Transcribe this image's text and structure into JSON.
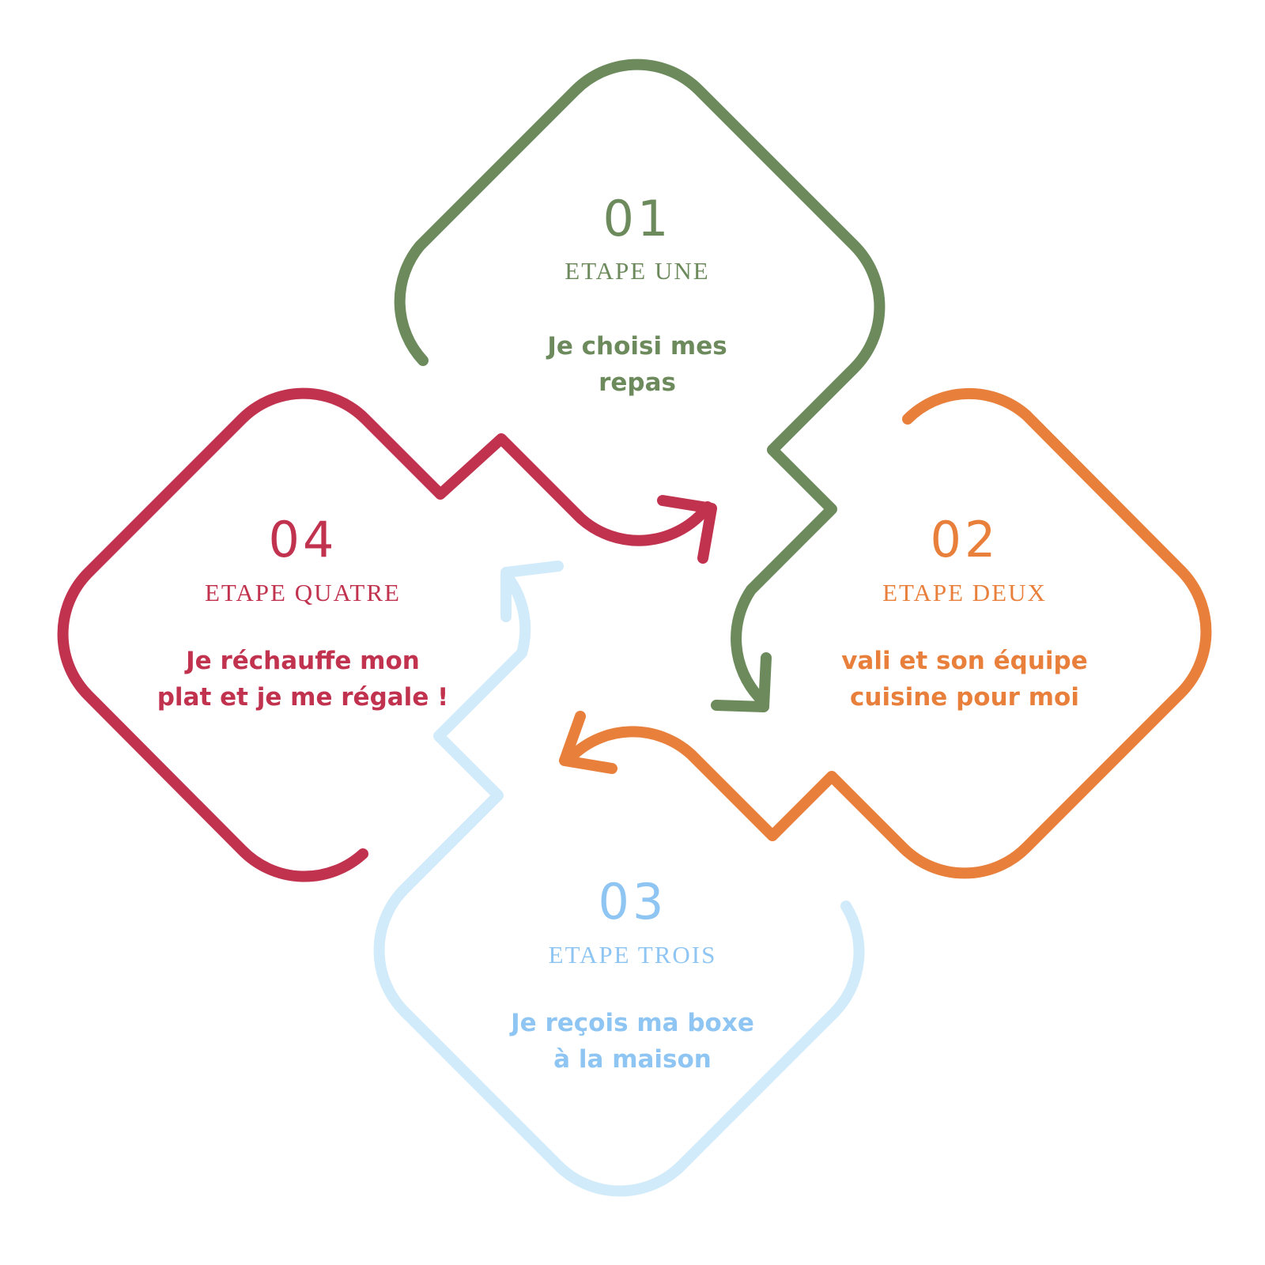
{
  "colors": {
    "step1": "#6c8a5c",
    "step2": "#e87f3b",
    "step3": "#d2ebfa",
    "step3_text": "#8ec5f2",
    "step4": "#c1324f"
  },
  "steps": [
    {
      "number": "01",
      "label": "ETAPE UNE",
      "desc_line1": "Je choisi mes",
      "desc_line2": "repas"
    },
    {
      "number": "02",
      "label": "ETAPE DEUX",
      "desc_line1": "vali et son équipe",
      "desc_line2": "cuisine pour moi"
    },
    {
      "number": "03",
      "label": "ETAPE TROIS",
      "desc_line1": "Je reçois ma boxe",
      "desc_line2": "à la maison"
    },
    {
      "number": "04",
      "label": "ETAPE QUATRE",
      "desc_line1": "Je réchauffe mon",
      "desc_line2": "plat et je me régale !"
    }
  ]
}
